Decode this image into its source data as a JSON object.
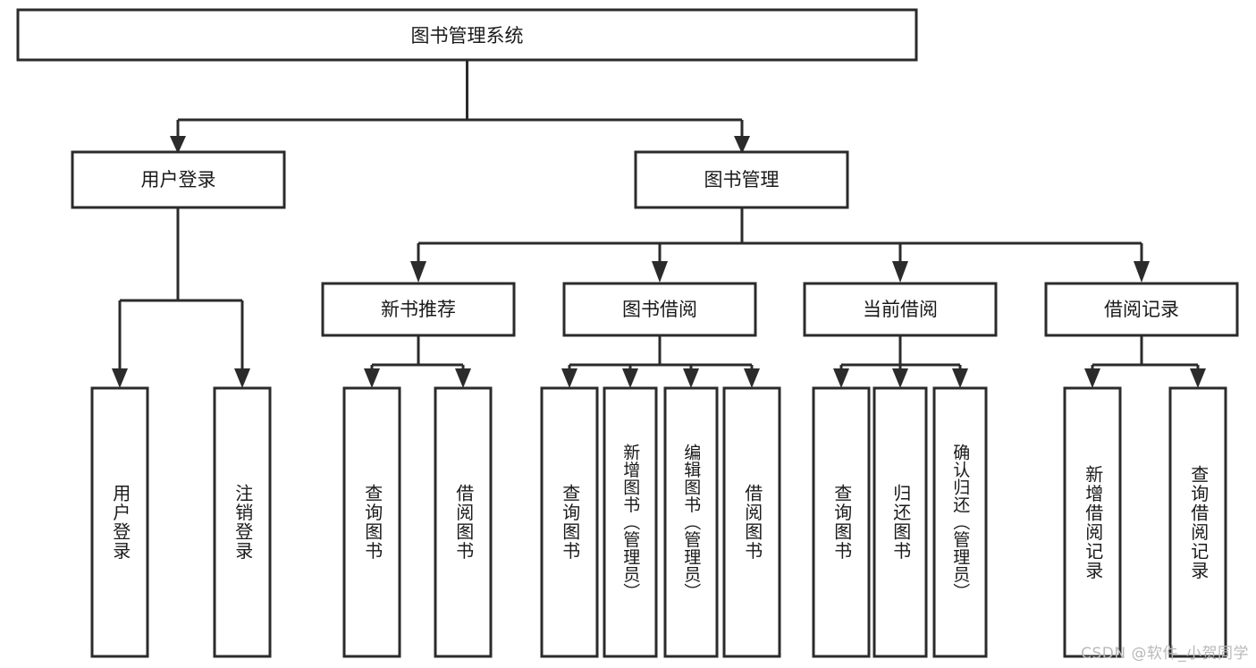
{
  "diagram": {
    "type": "tree-hierarchy",
    "title": "图书管理系统",
    "root": {
      "label": "图书管理系统",
      "orientation": "horizontal"
    },
    "level2": [
      {
        "id": "user-login",
        "label": "用户登录",
        "orientation": "horizontal"
      },
      {
        "id": "book-management",
        "label": "图书管理",
        "orientation": "horizontal"
      }
    ],
    "level3": [
      {
        "id": "new-book-recommend",
        "label": "新书推荐",
        "orientation": "horizontal",
        "parent": "book-management"
      },
      {
        "id": "book-borrow",
        "label": "图书借阅",
        "orientation": "horizontal",
        "parent": "book-management"
      },
      {
        "id": "current-borrow",
        "label": "当前借阅",
        "orientation": "horizontal",
        "parent": "book-management"
      },
      {
        "id": "borrow-record",
        "label": "借阅记录",
        "orientation": "horizontal",
        "parent": "book-management"
      }
    ],
    "leaves": [
      {
        "id": "leaf-user-login",
        "label": "用户登录",
        "parent": "user-login",
        "orientation": "vertical"
      },
      {
        "id": "leaf-logout",
        "label": "注销登录",
        "parent": "user-login",
        "orientation": "vertical"
      },
      {
        "id": "leaf-query-book-1",
        "label": "查询图书",
        "parent": "new-book-recommend",
        "orientation": "vertical"
      },
      {
        "id": "leaf-borrow-book-1",
        "label": "借阅图书",
        "parent": "new-book-recommend",
        "orientation": "vertical"
      },
      {
        "id": "leaf-query-book-2",
        "label": "查询图书",
        "parent": "book-borrow",
        "orientation": "vertical"
      },
      {
        "id": "leaf-add-book",
        "label": "新增图书（管理员）",
        "parent": "book-borrow",
        "orientation": "vertical"
      },
      {
        "id": "leaf-edit-book",
        "label": "编辑图书（管理员）",
        "parent": "book-borrow",
        "orientation": "vertical"
      },
      {
        "id": "leaf-borrow-book-2",
        "label": "借阅图书",
        "parent": "book-borrow",
        "orientation": "vertical"
      },
      {
        "id": "leaf-query-book-3",
        "label": "查询图书",
        "parent": "current-borrow",
        "orientation": "vertical"
      },
      {
        "id": "leaf-return-book",
        "label": "归还图书",
        "parent": "current-borrow",
        "orientation": "vertical"
      },
      {
        "id": "leaf-confirm-return",
        "label": "确认归还（管理员）",
        "parent": "current-borrow",
        "orientation": "vertical"
      },
      {
        "id": "leaf-add-record",
        "label": "新增借阅记录",
        "parent": "borrow-record",
        "orientation": "vertical"
      },
      {
        "id": "leaf-query-record",
        "label": "查询借阅记录",
        "parent": "borrow-record",
        "orientation": "vertical"
      }
    ],
    "colors": {
      "stroke": "#2b2b2b",
      "fill": "#ffffff",
      "text": "#1a1a1a",
      "background": "#ffffff",
      "watermark": "#b9b9b9"
    }
  },
  "watermark": {
    "text": "CSDN @软件_小贺同学"
  }
}
